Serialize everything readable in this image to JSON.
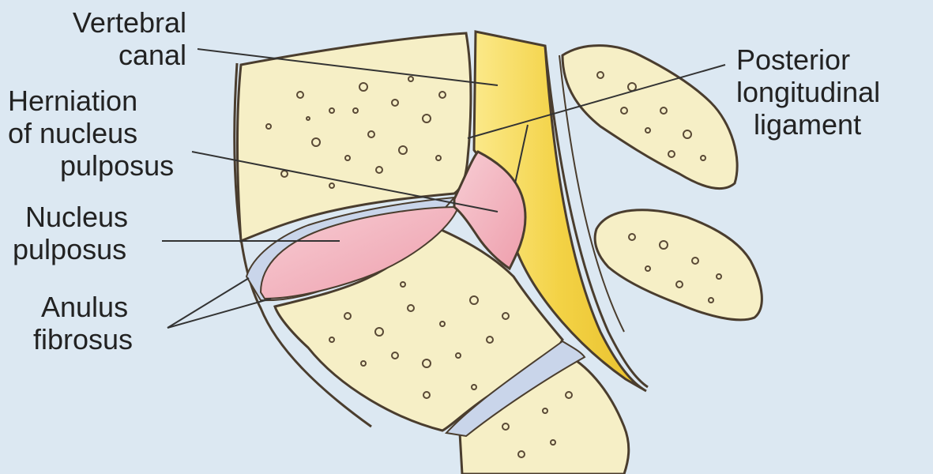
{
  "colors": {
    "background": "#dce8f2",
    "bone": "#f6efc6",
    "bone_outline": "#4a3d2e",
    "spinal_canal": "#f3d245",
    "nucleus": "#f2b6c0",
    "anulus": "#c9d5ea",
    "label_text": "#222222"
  },
  "labels": {
    "vertebral_canal": [
      "Vertebral",
      "canal"
    ],
    "herniation": [
      "Herniation",
      "of nucleus",
      "pulposus"
    ],
    "nucleus_pulposus": [
      "Nucleus",
      "pulposus"
    ],
    "anulus_fibrosus": [
      "Anulus",
      "fibrosus"
    ],
    "posterior_ligament": [
      "Posterior",
      "longitudinal",
      "ligament"
    ]
  }
}
